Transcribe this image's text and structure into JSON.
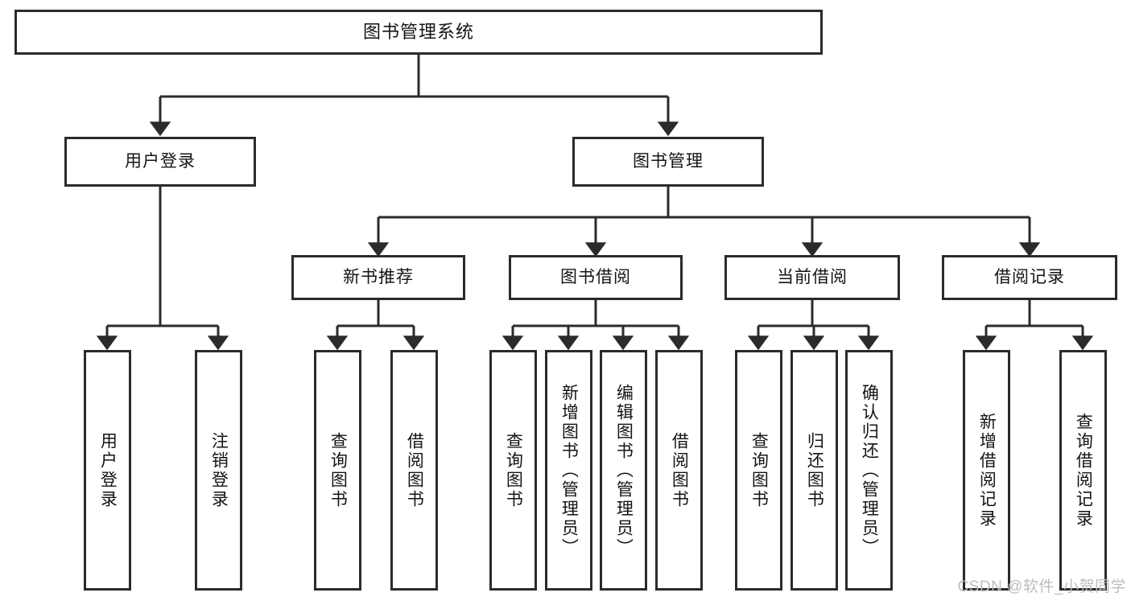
{
  "diagram": {
    "title": "图书管理系统",
    "type": "tree",
    "theme": {
      "box_border": "#2b2b2b",
      "box_fill": "#ffffff",
      "line": "#2b2b2b",
      "text": "#141414",
      "watermark": "#bdbdbd"
    },
    "levels": {
      "root": {
        "label": "图书管理系统"
      },
      "level2": [
        {
          "id": "user-login",
          "label": "用户登录"
        },
        {
          "id": "book-manage",
          "label": "图书管理"
        }
      ],
      "level3": [
        {
          "id": "new-book-recommend",
          "label": "新书推荐",
          "parent": "book-manage"
        },
        {
          "id": "book-borrow",
          "label": "图书借阅",
          "parent": "book-manage"
        },
        {
          "id": "current-borrow",
          "label": "当前借阅",
          "parent": "book-manage"
        },
        {
          "id": "borrow-record",
          "label": "借阅记录",
          "parent": "book-manage"
        }
      ],
      "leaves": [
        {
          "id": "leaf-user-login",
          "label": "用户登录",
          "parent": "user-login"
        },
        {
          "id": "leaf-logout-login",
          "label": "注销登录",
          "parent": "user-login"
        },
        {
          "id": "leaf-query-book-1",
          "label": "查询图书",
          "parent": "new-book-recommend"
        },
        {
          "id": "leaf-borrow-book-1",
          "label": "借阅图书",
          "parent": "new-book-recommend"
        },
        {
          "id": "leaf-query-book-2",
          "label": "查询图书",
          "parent": "book-borrow"
        },
        {
          "id": "leaf-add-book",
          "label": "新增图书（管理员）",
          "parent": "book-borrow"
        },
        {
          "id": "leaf-edit-book",
          "label": "编辑图书（管理员）",
          "parent": "book-borrow"
        },
        {
          "id": "leaf-borrow-book-2",
          "label": "借阅图书",
          "parent": "book-borrow"
        },
        {
          "id": "leaf-query-book-3",
          "label": "查询图书",
          "parent": "current-borrow"
        },
        {
          "id": "leaf-return-book",
          "label": "归还图书",
          "parent": "current-borrow"
        },
        {
          "id": "leaf-confirm-return",
          "label": "确认归还（管理员）",
          "parent": "current-borrow"
        },
        {
          "id": "leaf-add-record",
          "label": "新增借阅记录",
          "parent": "borrow-record"
        },
        {
          "id": "leaf-query-record",
          "label": "查询借阅记录",
          "parent": "borrow-record"
        }
      ]
    },
    "watermark": "CSDN @软件_小贺同学"
  }
}
